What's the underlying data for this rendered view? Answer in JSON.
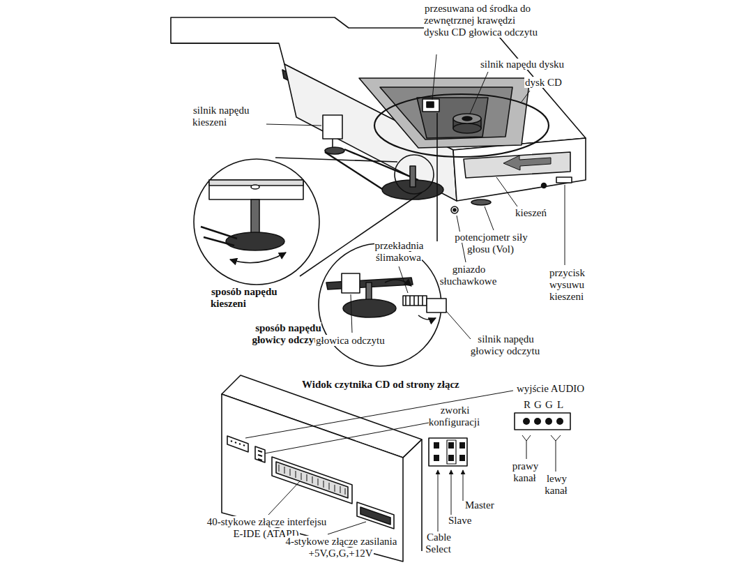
{
  "diagram": {
    "title": "Widok czytnika CD od strony złącz",
    "labels": [
      "przesuwana od środka do zewnętrznej krawędzi dysku CD głowica odczytu",
      "silnik napędu dysku",
      "dysk CD",
      "silnik napędu kieszeni",
      "kieszeń",
      "potencjometr siły głosu (Vol)",
      "przekładnia ślimakowa",
      "gniazdo słuchawkowe",
      "przycisk wysuwu kieszeni",
      "sposób napędu kieszeni",
      "sposób napędu głowicy odczytu",
      "głowica odczytu",
      "silnik napędu głowicy odczytu",
      "wyjście AUDIO",
      "R",
      "G",
      "G",
      "L",
      "zworki konfiguracji",
      "prawy kanał",
      "lewy kanał",
      "Master",
      "Slave",
      "Cable Select",
      "40-stykowe złącze interfejsu E-IDE (ATAPI)",
      "4-stykowe złącze zasilania +5V,G,G,+12V"
    ]
  }
}
